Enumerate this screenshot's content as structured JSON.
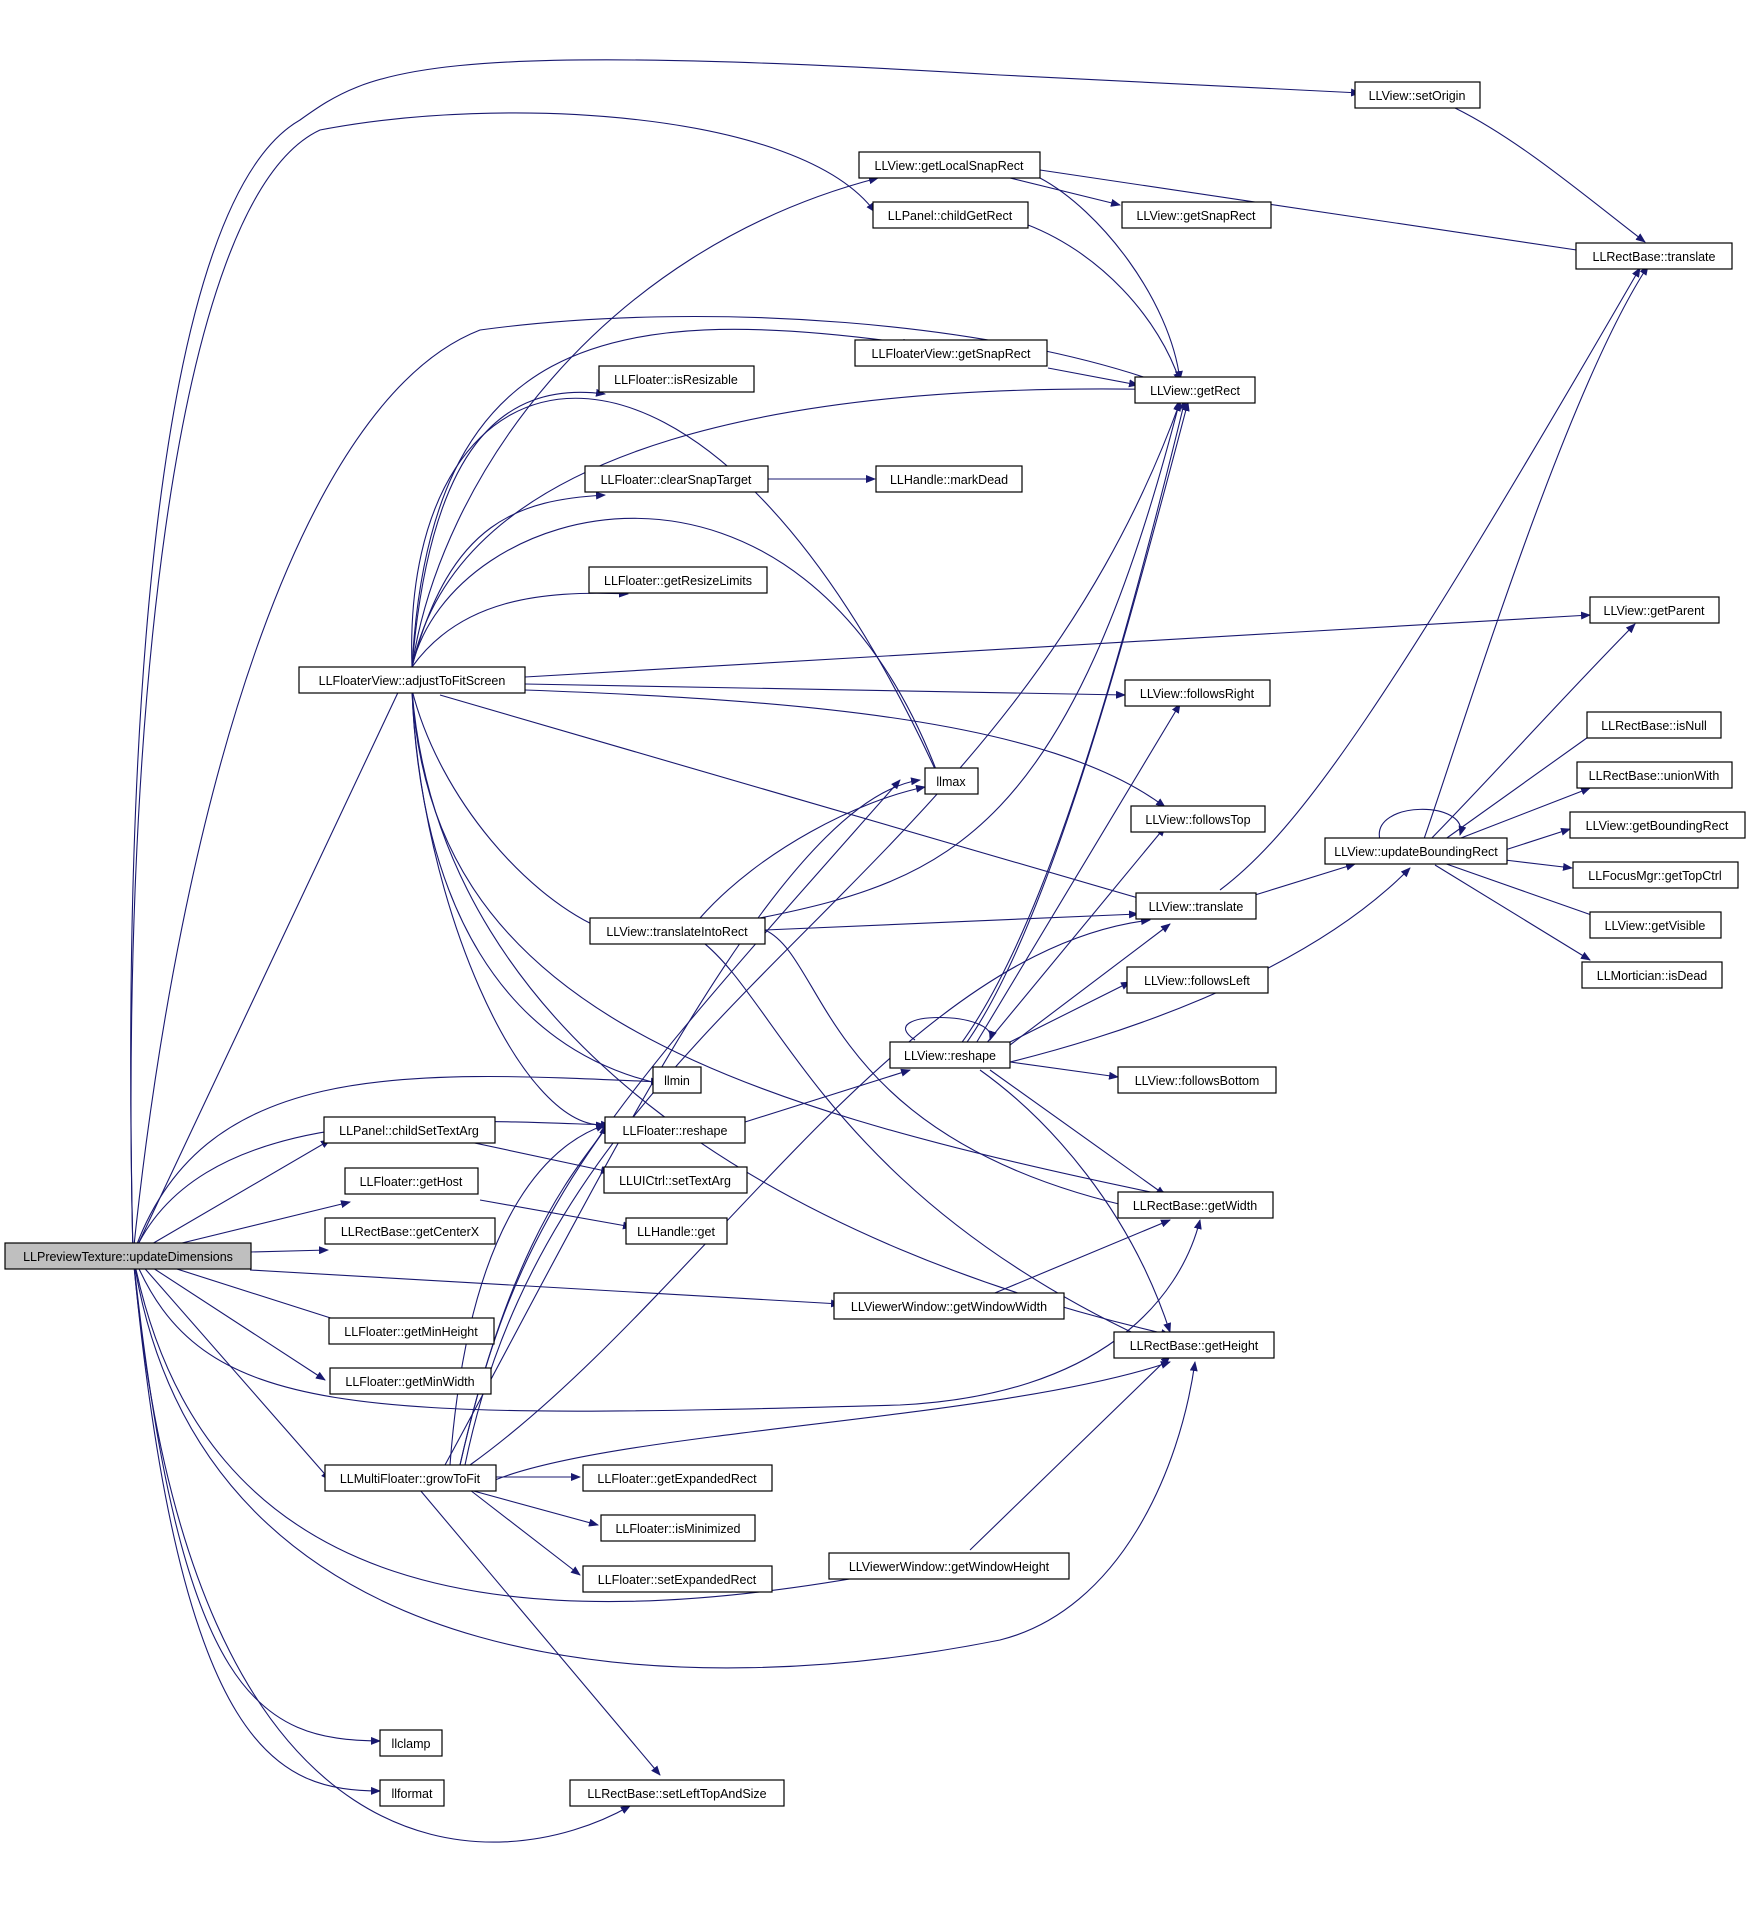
{
  "colors": {
    "edge": "#191970",
    "root_fill": "#bfbfbf",
    "node_fill": "#ffffff",
    "border": "#000000"
  },
  "nodes": {
    "updateDimensions": "LLPreviewTexture::updateDimensions",
    "setOrigin": "LLView::setOrigin",
    "getLocalSnapRect": "LLView::getLocalSnapRect",
    "childGetRect": "LLPanel::childGetRect",
    "getSnapRect": "LLView::getSnapRect",
    "rectTranslate": "LLRectBase::translate",
    "fvGetSnapRect": "LLFloaterView::getSnapRect",
    "isResizable": "LLFloater::isResizable",
    "getRect": "LLView::getRect",
    "clearSnapTarget": "LLFloater::clearSnapTarget",
    "markDead": "LLHandle::markDead",
    "getResizeLimits": "LLFloater::getResizeLimits",
    "getParent": "LLView::getParent",
    "adjustToFitScreen": "LLFloaterView::adjustToFitScreen",
    "followsRight": "LLView::followsRight",
    "isNull": "LLRectBase::isNull",
    "unionWith": "LLRectBase::unionWith",
    "llmax": "llmax",
    "followsTop": "LLView::followsTop",
    "getBoundingRect": "LLView::getBoundingRect",
    "updateBoundingRect": "LLView::updateBoundingRect",
    "getTopCtrl": "LLFocusMgr::getTopCtrl",
    "viewTranslate": "LLView::translate",
    "translateIntoRect": "LLView::translateIntoRect",
    "getVisible": "LLView::getVisible",
    "followsLeft": "LLView::followsLeft",
    "isDead": "LLMortician::isDead",
    "reshape": "LLView::reshape",
    "followsBottom": "LLView::followsBottom",
    "llmin": "llmin",
    "childSetTextArg": "LLPanel::childSetTextArg",
    "floaterReshape": "LLFloater::reshape",
    "setTextArg": "LLUICtrl::setTextArg",
    "getHost": "LLFloater::getHost",
    "getWidth": "LLRectBase::getWidth",
    "getCenterX": "LLRectBase::getCenterX",
    "handleGet": "LLHandle::get",
    "getWindowWidth": "LLViewerWindow::getWindowWidth",
    "getMinHeight": "LLFloater::getMinHeight",
    "getHeight": "LLRectBase::getHeight",
    "getMinWidth": "LLFloater::getMinWidth",
    "growToFit": "LLMultiFloater::growToFit",
    "getExpandedRect": "LLFloater::getExpandedRect",
    "isMinimized": "LLFloater::isMinimized",
    "getWindowHeight": "LLViewerWindow::getWindowHeight",
    "setExpandedRect": "LLFloater::setExpandedRect",
    "llclamp": "llclamp",
    "llformat": "llformat",
    "setLeftTopAndSize": "LLRectBase::setLeftTopAndSize"
  }
}
